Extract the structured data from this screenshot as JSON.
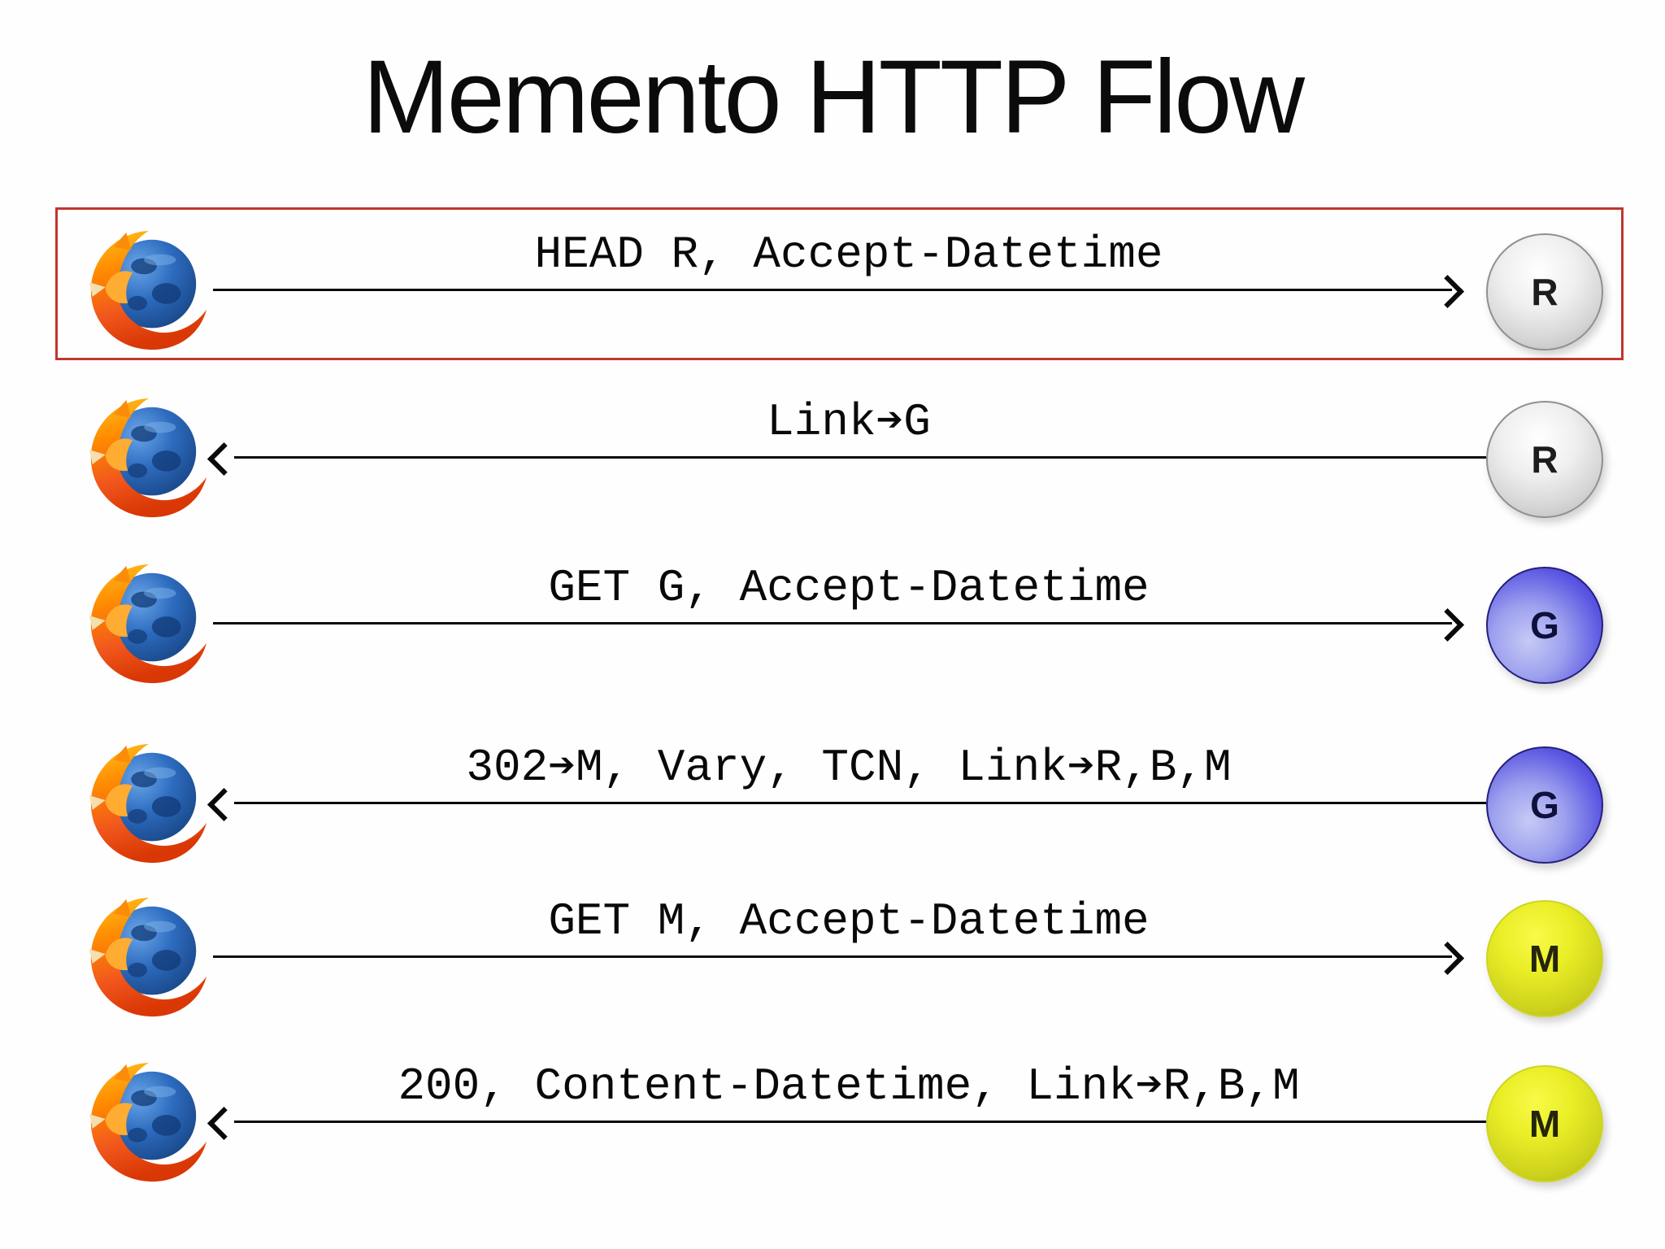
{
  "slide": {
    "title": "Memento HTTP Flow",
    "background_color": "#fefefe"
  },
  "highlight_box": {
    "description": "red outline around first exchange row",
    "color": "#c0362e",
    "highlighted_row_index": 0
  },
  "client": {
    "icon": "firefox-icon"
  },
  "colors": {
    "line": "#0a0a0a",
    "resource_sphere_gray": "#d8d8d8",
    "timegate_sphere_blue": "#4a44d8",
    "memento_sphere_yellow": "#d6db1f"
  },
  "rows": [
    {
      "message": "HEAD R, Accept-Datetime",
      "direction": "right",
      "server_label": "R",
      "server_color_name": "gray",
      "server_color": "#d8d8d8",
      "highlighted": true
    },
    {
      "message": "Link➔G",
      "direction": "left",
      "server_label": "R",
      "server_color_name": "gray",
      "server_color": "#d8d8d8",
      "highlighted": false
    },
    {
      "message": "GET G, Accept-Datetime",
      "direction": "right",
      "server_label": "G",
      "server_color_name": "blue",
      "server_color": "#4a44d8",
      "highlighted": false
    },
    {
      "message": "302➔M, Vary, TCN, Link➔R,B,M",
      "direction": "left",
      "server_label": "G",
      "server_color_name": "blue",
      "server_color": "#4a44d8",
      "highlighted": false
    },
    {
      "message": "GET M, Accept-Datetime",
      "direction": "right",
      "server_label": "M",
      "server_color_name": "yellow",
      "server_color": "#d6db1f",
      "highlighted": false
    },
    {
      "message": "200, Content-Datetime, Link➔R,B,M",
      "direction": "left",
      "server_label": "M",
      "server_color_name": "yellow",
      "server_color": "#d6db1f",
      "highlighted": false
    }
  ]
}
